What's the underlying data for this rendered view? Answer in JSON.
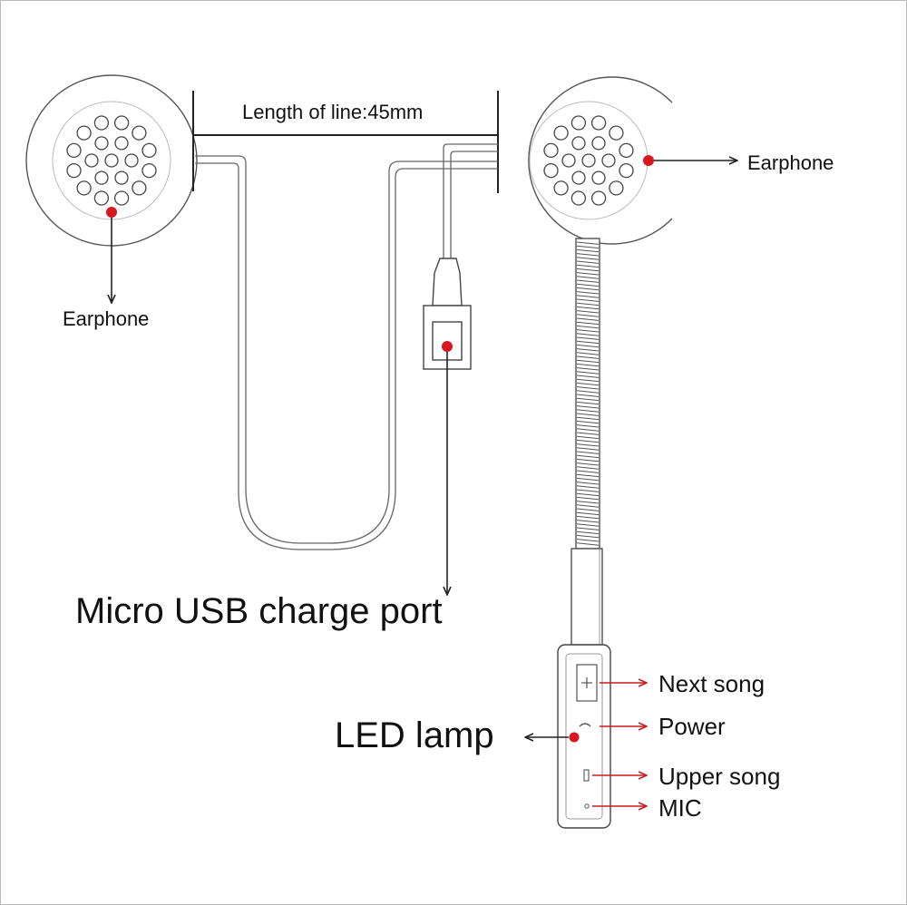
{
  "labels": {
    "line_length": "Length of line:45mm",
    "earphone_left": "Earphone",
    "earphone_right": "Earphone",
    "usb_port": "Micro USB charge port",
    "led_lamp": "LED lamp",
    "next_song": "Next song",
    "power": "Power",
    "upper_song": "Upper song",
    "mic": "MIC"
  },
  "colors": {
    "line": "#222222",
    "marker": "#d8171f",
    "pointer_red": "#cc1a1a",
    "outline": "#555555"
  },
  "icons": [
    "plus-icon",
    "phone-icon",
    "minus-icon",
    "mic-hole-icon"
  ]
}
